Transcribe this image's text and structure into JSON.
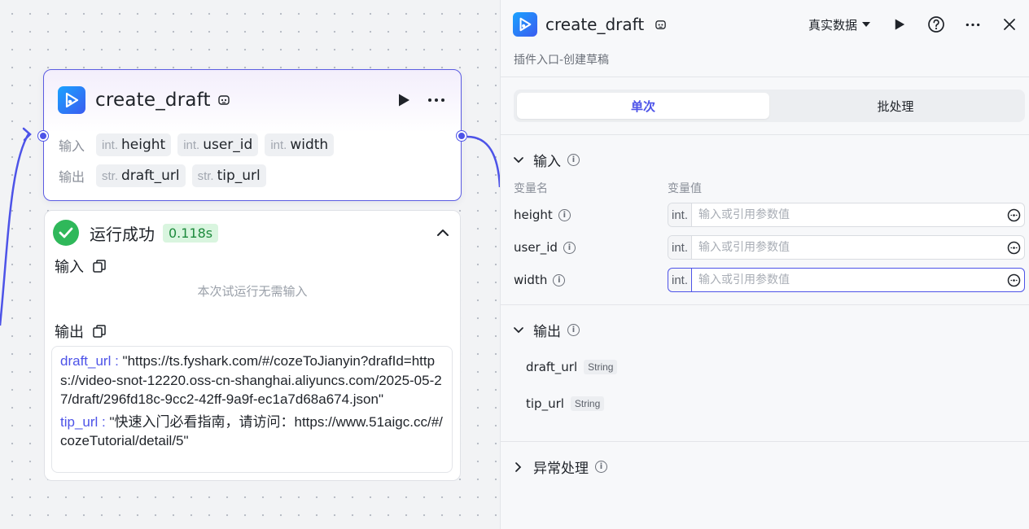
{
  "node": {
    "title": "create_draft",
    "input_label": "输入",
    "output_label": "输出",
    "inputs": [
      {
        "type": "int.",
        "name": "height"
      },
      {
        "type": "int.",
        "name": "user_id"
      },
      {
        "type": "int.",
        "name": "width"
      }
    ],
    "outputs": [
      {
        "type": "str.",
        "name": "draft_url"
      },
      {
        "type": "str.",
        "name": "tip_url"
      }
    ]
  },
  "result": {
    "status": "运行成功",
    "time": "0.118s",
    "input_title": "输入",
    "no_input_text": "本次试运行无需输入",
    "output_title": "输出",
    "outputs": [
      {
        "key": "draft_url :",
        "value": " \"https://ts.fyshark.com/#/cozeToJianyin?drafId=https://video-snot-12220.oss-cn-shanghai.aliyuncs.com/2025-05-27/draft/296fd18c-9cc2-42ff-9a9f-ec1a7d68a674.json\""
      },
      {
        "key": "tip_url :",
        "value": " \"快速入门必看指南，请访问：https://www.51aigc.cc/#/cozeTutorial/detail/5\""
      }
    ]
  },
  "panel": {
    "title": "create_draft",
    "data_mode": "真实数据",
    "subtitle": "插件入口-创建草稿",
    "tabs": [
      "单次",
      "批处理"
    ],
    "active_tab": "单次",
    "input_section": "输入",
    "col_name": "变量名",
    "col_value": "变量值",
    "params": [
      {
        "name": "height",
        "type": "int.",
        "placeholder": "输入或引用参数值"
      },
      {
        "name": "user_id",
        "type": "int.",
        "placeholder": "输入或引用参数值"
      },
      {
        "name": "width",
        "type": "int.",
        "placeholder": "输入或引用参数值"
      }
    ],
    "output_section": "输出",
    "output_params": [
      {
        "name": "draft_url",
        "type": "String"
      },
      {
        "name": "tip_url",
        "type": "String"
      }
    ],
    "error_section": "异常处理"
  },
  "colors": {
    "accent": "#4d53e8",
    "success": "#2fb85a",
    "success_badge_bg": "#d9f5df",
    "node_border": "#5b5ce2"
  },
  "icons": [
    "plugin-logo-icon",
    "plugin-badge-icon",
    "play-icon",
    "more-icon",
    "check-circle-icon",
    "chevron-up-icon",
    "copy-icon",
    "caret-down-icon",
    "help-icon",
    "close-icon",
    "chevron-down-icon",
    "chevron-right-icon",
    "info-icon",
    "variable-ref-icon"
  ]
}
